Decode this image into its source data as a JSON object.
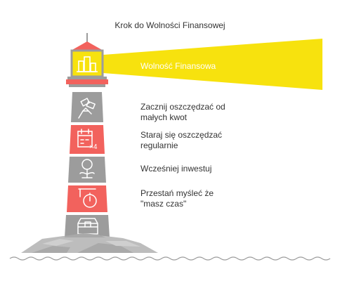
{
  "title": "Krok do Wolności Finansowej",
  "beam_label": "Wolność Finansowa",
  "colors": {
    "beam": "#f7e20e",
    "lantern": "#f7e20e",
    "red": "#f2625d",
    "gray": "#9c9c9c",
    "rock": "#bdbdbd",
    "rock_dark": "#a9a9a9",
    "text": "#333333"
  },
  "steps": [
    {
      "lines": [
        "Zacznij oszczędzać od",
        "małych kwot"
      ],
      "icon": "money-hand-icon",
      "band": "gray"
    },
    {
      "lines": [
        "Staraj się oszczędzać",
        "regularnie"
      ],
      "icon": "calendar-x4-icon",
      "band": "red"
    },
    {
      "lines": [
        "Wcześniej inwestuj"
      ],
      "icon": "money-plant-icon",
      "band": "gray"
    },
    {
      "lines": [
        "Przestań myśleć że",
        "\"masz czas\""
      ],
      "icon": "stopwatch-icon",
      "band": "red"
    }
  ],
  "base_icon": "treasure-chest-icon",
  "lantern_icon": "city-icon"
}
